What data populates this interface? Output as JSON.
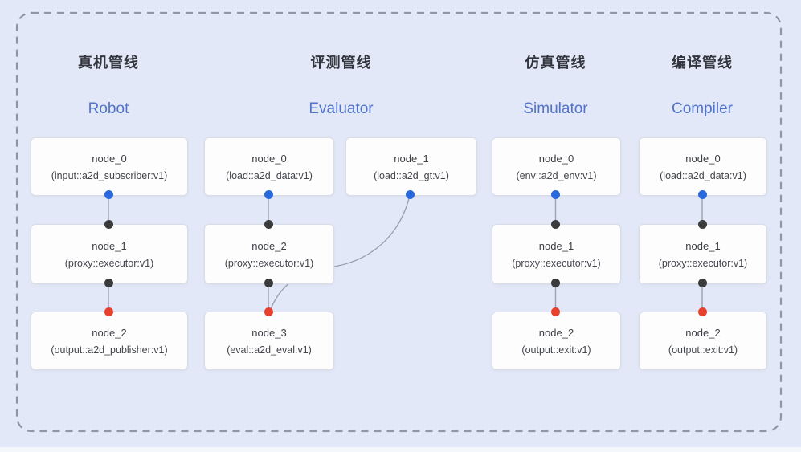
{
  "diagram_title": "pipeline-architecture-diagram",
  "pipelines": [
    {
      "title_zh": "真机管线",
      "title_en": "Robot",
      "nodes": [
        {
          "name": "node_0",
          "type": "(input::a2d_subscriber:v1)",
          "port_bottom": "input-blue"
        },
        {
          "name": "node_1",
          "type": "(proxy::executor:v1)",
          "port_top": "mid-dark",
          "port_bottom": "mid-dark"
        },
        {
          "name": "node_2",
          "type": "(output::a2d_publisher:v1)",
          "port_top": "output-red"
        }
      ],
      "edges": [
        [
          "node_0",
          "node_1"
        ],
        [
          "node_1",
          "node_2"
        ]
      ]
    },
    {
      "title_zh": "评测管线",
      "title_en": "Evaluator",
      "nodes": [
        {
          "name": "node_0",
          "type": "(load::a2d_data:v1)",
          "port_bottom": "input-blue"
        },
        {
          "name": "node_1",
          "type": "(load::a2d_gt:v1)",
          "port_bottom": "input-blue"
        },
        {
          "name": "node_2",
          "type": "(proxy::executor:v1)",
          "port_top": "mid-dark",
          "port_bottom": "mid-dark"
        },
        {
          "name": "node_3",
          "type": "(eval::a2d_eval:v1)",
          "port_top": "output-red"
        }
      ],
      "edges": [
        [
          "node_0",
          "node_2"
        ],
        [
          "node_2",
          "node_3"
        ],
        [
          "node_1",
          "node_3"
        ]
      ]
    },
    {
      "title_zh": "仿真管线",
      "title_en": "Simulator",
      "nodes": [
        {
          "name": "node_0",
          "type": "(env::a2d_env:v1)",
          "port_bottom": "input-blue"
        },
        {
          "name": "node_1",
          "type": "(proxy::executor:v1)",
          "port_top": "mid-dark",
          "port_bottom": "mid-dark"
        },
        {
          "name": "node_2",
          "type": "(output::exit:v1)",
          "port_top": "output-red"
        }
      ],
      "edges": [
        [
          "node_0",
          "node_1"
        ],
        [
          "node_1",
          "node_2"
        ]
      ]
    },
    {
      "title_zh": "编译管线",
      "title_en": "Compiler",
      "nodes": [
        {
          "name": "node_0",
          "type": "(load::a2d_data:v1)",
          "port_bottom": "input-blue"
        },
        {
          "name": "node_1",
          "type": "(proxy::executor:v1)",
          "port_top": "mid-dark",
          "port_bottom": "mid-dark"
        },
        {
          "name": "node_2",
          "type": "(output::exit:v1)",
          "port_top": "output-red"
        }
      ],
      "edges": [
        [
          "node_0",
          "node_1"
        ],
        [
          "node_1",
          "node_2"
        ]
      ]
    }
  ],
  "colors": {
    "background": "#e2e8f7",
    "dashed_border": "#9097a3",
    "wire": "#9aa2b0",
    "node_bg": "#fdfdfe",
    "node_border": "#d9dde6",
    "port_input": "#2a68dd",
    "port_mid": "#3a3b3d",
    "port_output": "#e8402f",
    "title_zh_color": "#32353d",
    "title_en_color": "#5173ca"
  }
}
